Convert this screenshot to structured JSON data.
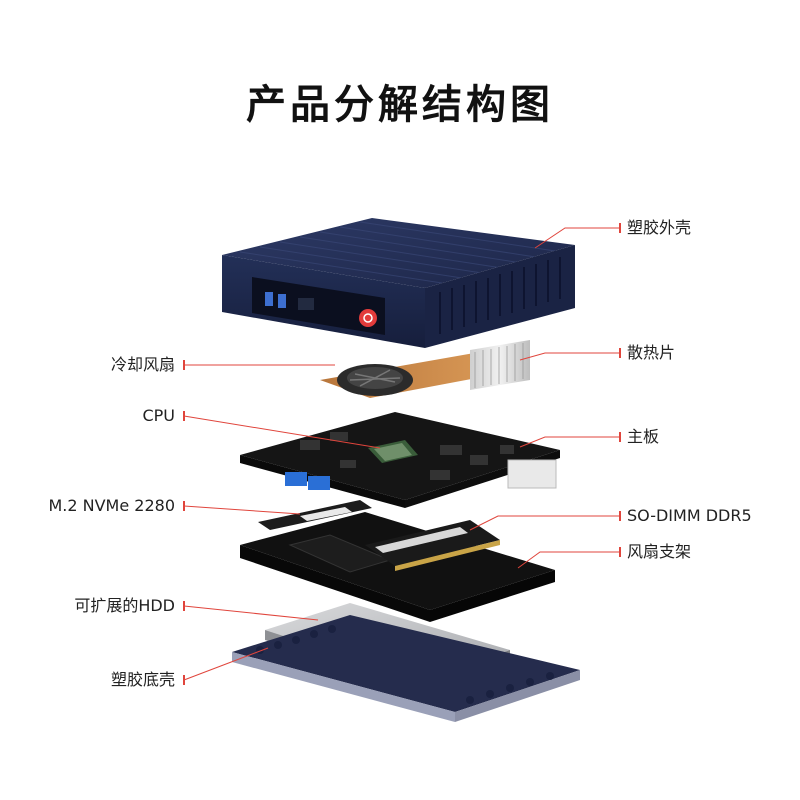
{
  "title": "产品分解结构图",
  "labels_left": {
    "fan": "冷却风扇",
    "cpu": "CPU",
    "ssd": "M.2 NVMe 2280",
    "hdd": "可扩展的HDD",
    "bottom_shell": "塑胶底壳"
  },
  "labels_right": {
    "top_shell": "塑胶外壳",
    "heatsink": "散热片",
    "motherboard": "主板",
    "ram": "SO-DIMM DDR5",
    "fan_bracket": "风扇支架"
  },
  "colors": {
    "case": "#1f2b52",
    "accent_line": "#e0453c",
    "board": "#1a1a1a",
    "usb": "#2a6fd6",
    "power": "#e23b3b"
  }
}
